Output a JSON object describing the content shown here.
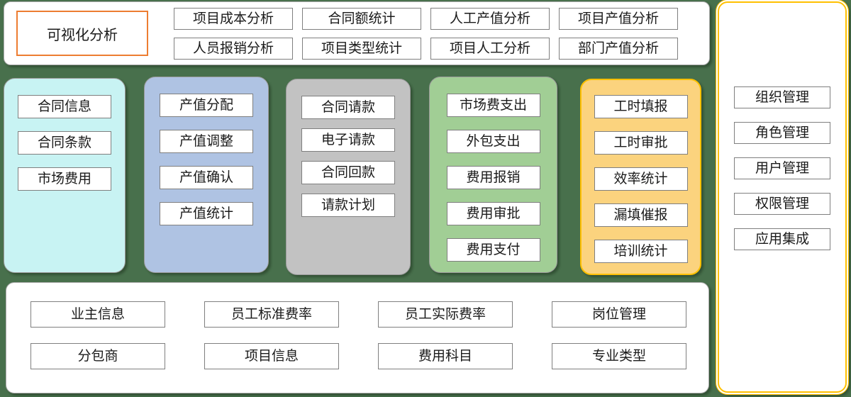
{
  "colors": {
    "background": "#48704C",
    "accent_orange": "#ED7D31",
    "accent_gold": "#FFC000",
    "column_contract": "#C8F3F3",
    "column_output": "#AFC3E3",
    "column_request": "#C2C2C2",
    "column_expense": "#A1CE95",
    "column_timesheet": "#FBD37E"
  },
  "header": {
    "title": "可视化分析",
    "items": [
      "项目成本分析",
      "合同额统计",
      "人工产值分析",
      "项目产值分析",
      "人员报销分析",
      "项目类型统计",
      "项目人工分析",
      "部门产值分析"
    ]
  },
  "columns": [
    {
      "id": "contract",
      "items": [
        "合同信息",
        "合同条款",
        "市场费用"
      ]
    },
    {
      "id": "output",
      "items": [
        "产值分配",
        "产值调整",
        "产值确认",
        "产值统计"
      ]
    },
    {
      "id": "request",
      "items": [
        "合同请款",
        "电子请款",
        "合同回款",
        "请款计划"
      ]
    },
    {
      "id": "expense",
      "items": [
        "市场费支出",
        "外包支出",
        "费用报销",
        "费用审批",
        "费用支付"
      ]
    },
    {
      "id": "timesheet",
      "items": [
        "工时填报",
        "工时审批",
        "效率统计",
        "漏填催报",
        "培训统计"
      ]
    }
  ],
  "admin_panel": {
    "items": [
      "组织管理",
      "角色管理",
      "用户管理",
      "权限管理",
      "应用集成"
    ]
  },
  "base_data_panel": {
    "items": [
      "业主信息",
      "员工标准费率",
      "员工实际费率",
      "岗位管理",
      "分包商",
      "项目信息",
      "费用科目",
      "专业类型"
    ]
  }
}
